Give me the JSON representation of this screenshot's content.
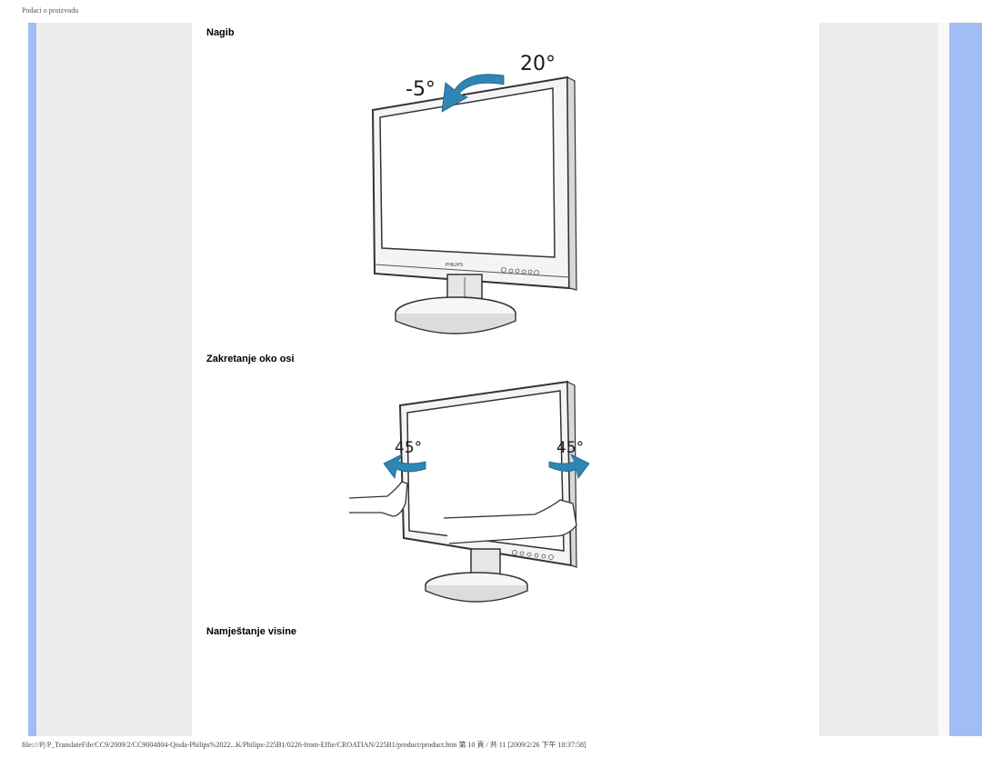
{
  "header": {
    "title": "Podaci o proizvodu"
  },
  "sections": [
    {
      "heading": "Nagib"
    },
    {
      "heading": "Zakretanje oko osi"
    },
    {
      "heading": "Namještanje visine"
    }
  ],
  "tilt_figure": {
    "angle_back": "20°",
    "angle_forward": "-5°",
    "brand": "PHILIPS"
  },
  "swivel_figure": {
    "angle_left": "45°",
    "angle_right": "45°"
  },
  "footer": {
    "path": "file:///P|/P_TranslateFile/CC9/2009/2/CC9004804-Qisda-Philips%2022...K/Philips-225B1/0226-from-Effie/CROATIAN/225B1/product/product.htm 第 10 頁 / 共 11 [2009/2/26 下午 10:37:58]"
  },
  "colors": {
    "accent": "#a2bdf3",
    "panel": "#ececec",
    "arrow": "#2e86b5"
  }
}
